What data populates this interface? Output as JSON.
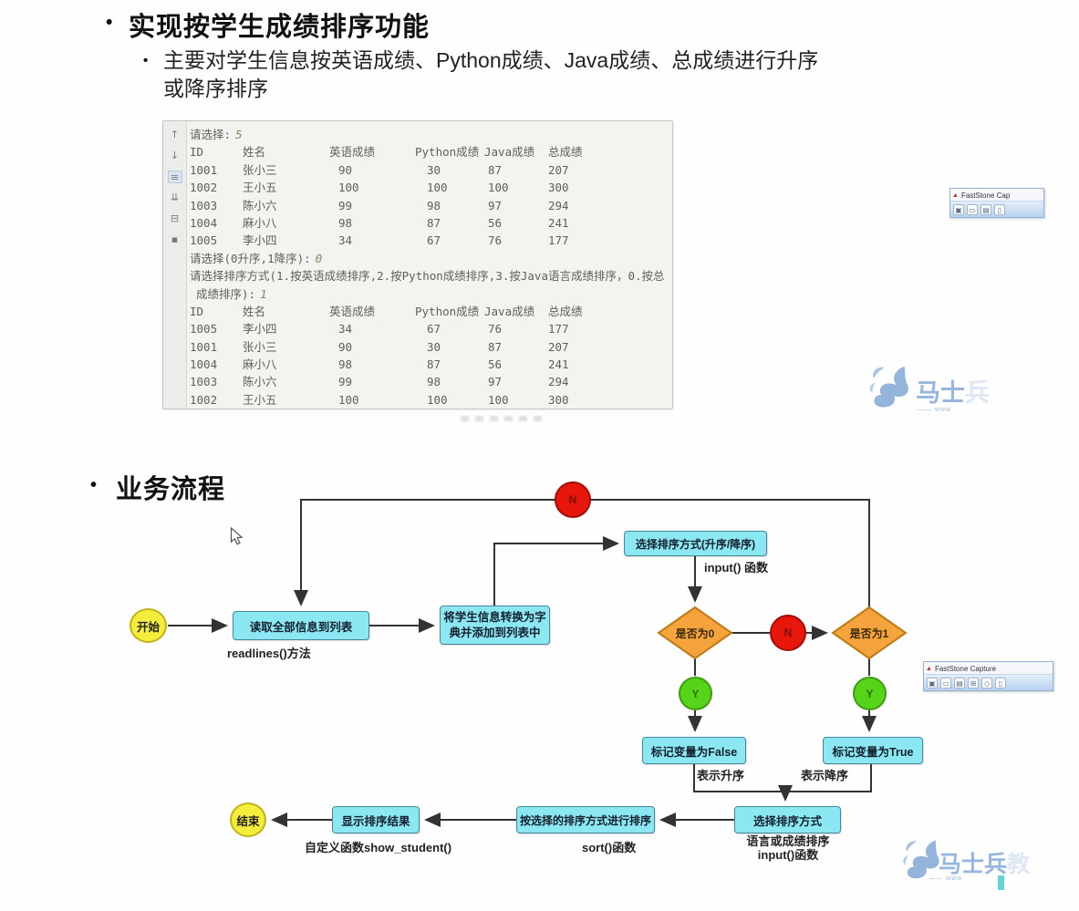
{
  "slide": {
    "title_bullet": "•",
    "title": "实现按学生成绩排序功能",
    "subtitle_bullet": "•",
    "subtitle_line1": "主要对学生信息按英语成绩、Python成绩、Java成绩、总成绩进行升序",
    "subtitle_line2": "或降序排序",
    "section_bullet": "•",
    "section_title": "业务流程"
  },
  "console": {
    "gutter_icons": [
      {
        "name": "scroll-up-icon",
        "glyph": "↑"
      },
      {
        "name": "scroll-down-icon",
        "glyph": "↓"
      },
      {
        "name": "soft-wrap-icon",
        "glyph": "≡",
        "active": true
      },
      {
        "name": "scroll-to-end-icon",
        "glyph": "⇊"
      },
      {
        "name": "print-icon",
        "glyph": "⊟"
      },
      {
        "name": "clear-icon",
        "glyph": "▪"
      }
    ],
    "prompt1": "请选择:",
    "input1": "5",
    "columns": [
      "ID",
      "姓名",
      "英语成绩",
      "Python成绩",
      "Java成绩",
      "总成绩"
    ],
    "table1": [
      [
        "1001",
        "张小三",
        "90",
        "30",
        "87",
        "207"
      ],
      [
        "1002",
        "王小五",
        "100",
        "100",
        "100",
        "300"
      ],
      [
        "1003",
        "陈小六",
        "99",
        "98",
        "97",
        "294"
      ],
      [
        "1004",
        "麻小八",
        "98",
        "87",
        "56",
        "241"
      ],
      [
        "1005",
        "李小四",
        "34",
        "67",
        "76",
        "177"
      ]
    ],
    "prompt2": "请选择(0升序,1降序):",
    "input2": "0",
    "prompt3_line1": "请选择排序方式(1.按英语成绩排序,2.按Python成绩排序,3.按Java语言成绩排序，0.按总",
    "prompt3_line2": "成绩排序):",
    "input3": "1",
    "table2": [
      [
        "1005",
        "李小四",
        "34",
        "67",
        "76",
        "177"
      ],
      [
        "1001",
        "张小三",
        "90",
        "30",
        "87",
        "207"
      ],
      [
        "1004",
        "麻小八",
        "98",
        "87",
        "56",
        "241"
      ],
      [
        "1003",
        "陈小六",
        "99",
        "98",
        "97",
        "294"
      ],
      [
        "1002",
        "王小五",
        "100",
        "100",
        "100",
        "300"
      ]
    ]
  },
  "flowchart": {
    "start": "开始",
    "end": "结束",
    "loop_n": "N",
    "cond_n": "N",
    "yes_left": "Y",
    "yes_right": "Y",
    "read_box": "读取全部信息到列表",
    "read_label": "readlines()方法",
    "convert_line1": "将学生信息转换为字",
    "convert_line2": "典并添加到列表中",
    "choose_order_box": "选择排序方式(升序/降序)",
    "choose_order_label": "input() 函数",
    "is_zero": "是否为0",
    "is_one": "是否为1",
    "false_box": "标记变量为False",
    "false_label": "表示升序",
    "true_box": "标记变量为True",
    "true_label": "表示降序",
    "method_box": "选择排序方式",
    "method_label_line1": "语言或成绩排序",
    "method_label_line2": "input()函数",
    "do_sort_box": "按选择的排序方式进行排序",
    "do_sort_label": "sort()函数",
    "show_box": "显示排序结果",
    "show_label": "自定义函数show_student()"
  },
  "faststone_top": {
    "logo_glyph": "▲",
    "title": "FastStone Cap",
    "icons": [
      {
        "name": "open-icon",
        "glyph": "▣"
      },
      {
        "name": "rect-capture-icon",
        "glyph": "▭"
      },
      {
        "name": "window-capture-icon",
        "glyph": "▤"
      },
      {
        "name": "scroll-capture-icon",
        "glyph": "▯"
      }
    ]
  },
  "faststone_bottom": {
    "logo_glyph": "▲",
    "title": "FastStone Capture",
    "icons": [
      {
        "name": "open-icon",
        "glyph": "▣"
      },
      {
        "name": "rect-capture-icon",
        "glyph": "▭"
      },
      {
        "name": "window-capture-icon",
        "glyph": "▤"
      },
      {
        "name": "fullscreen-capture-icon",
        "glyph": "⊞"
      },
      {
        "name": "freehand-capture-icon",
        "glyph": "◇"
      },
      {
        "name": "scroll-capture-icon",
        "glyph": "▯"
      }
    ]
  },
  "watermark_top": {
    "brand": "马士",
    "brand_partial": "兵",
    "url": "—— www"
  },
  "watermark_bottom": {
    "brand": "马士兵",
    "brand_partial": "教",
    "url": "—— www"
  },
  "colors": {
    "box_fill": "#8BE7F2",
    "box_border": "#43889B",
    "diamond_fill": "#F5A33C",
    "diamond_border": "#C07A12",
    "red": "#E8170C",
    "red_border": "#A30D05",
    "green": "#55D41A",
    "green_border": "#3E9E10",
    "yellow": "#F5ED3B",
    "yellow_border": "#BFB315",
    "line": "#333333",
    "brand_blue": "#7BA3D4"
  }
}
